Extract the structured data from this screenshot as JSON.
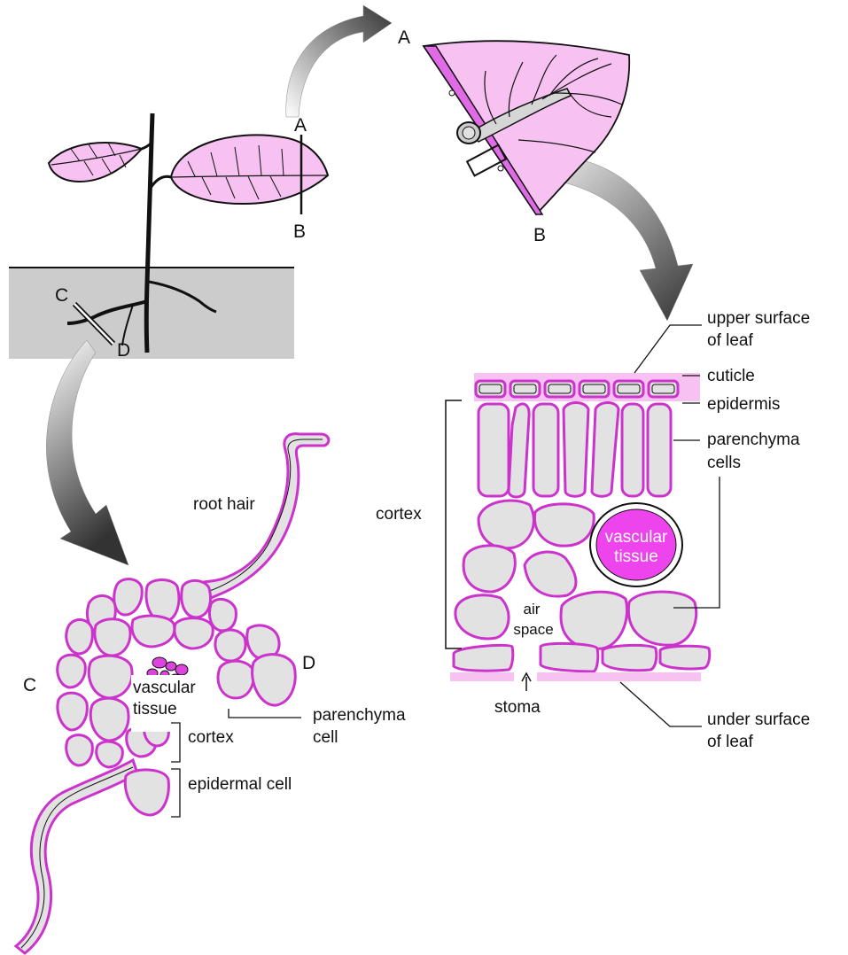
{
  "plant": {
    "section_leaf_top": "A",
    "section_leaf_bottom": "B",
    "section_root_top": "C",
    "section_root_bottom": "D"
  },
  "leaf_piece": {
    "label_top": "A",
    "label_bottom": "B"
  },
  "root_section": {
    "root_hair": "root hair",
    "label_left": "C",
    "label_right": "D",
    "vascular_line1": "vascular",
    "vascular_line2": "tissue",
    "parenchyma_line1": "parenchyma",
    "parenchyma_line2": "cell",
    "cortex": "cortex",
    "epidermal": "epidermal cell"
  },
  "leaf_section": {
    "upper_line1": "upper surface",
    "upper_line2": "of leaf",
    "cuticle": "cuticle",
    "epidermis": "epidermis",
    "parenchyma_line1": "parenchyma",
    "parenchyma_line2": "cells",
    "cortex": "cortex",
    "vascular_line1": "vascular",
    "vascular_line2": "tissue",
    "air_line1": "air",
    "air_line2": "space",
    "stoma": "stoma",
    "under_line1": "under surface",
    "under_line2": "of leaf"
  },
  "colors": {
    "leaf_pink": "#f7c1f2",
    "membrane_magenta": "#dd33dd",
    "vascular_magenta": "#ee44ee",
    "soil_grey": "#cccccc",
    "cell_grey": "#e2e2e2"
  }
}
